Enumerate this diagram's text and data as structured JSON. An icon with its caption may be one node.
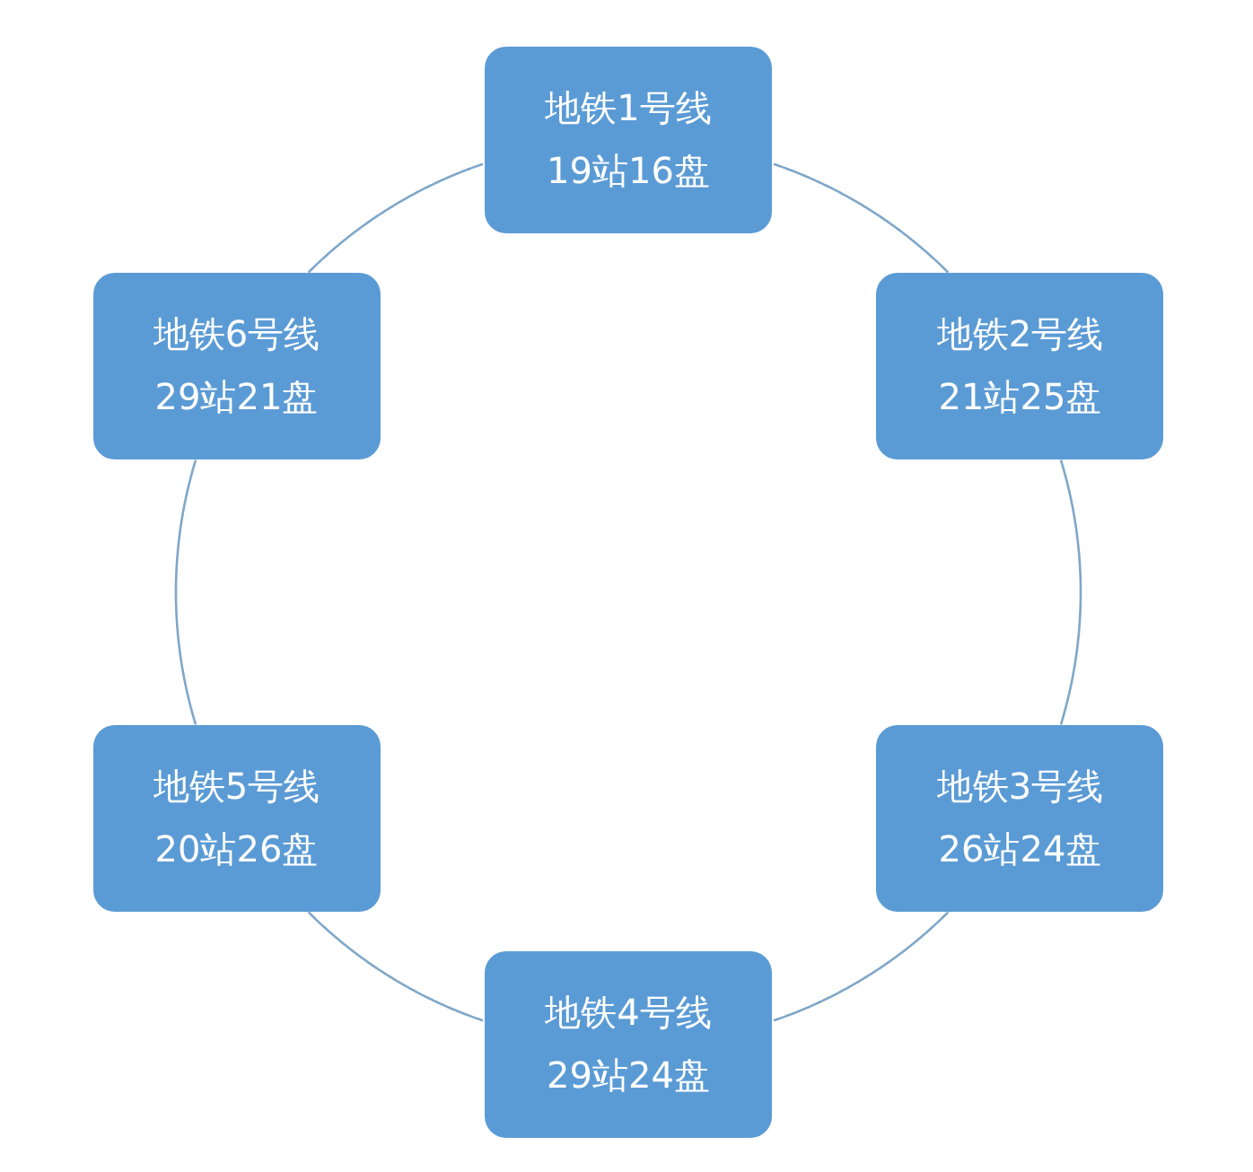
{
  "diagram": {
    "nodes": [
      {
        "text": [
          "地铁1号线",
          "19站16盘"
        ]
      },
      {
        "text": [
          "地铁2号线",
          "21站25盘"
        ]
      },
      {
        "text": [
          "地铁3号线",
          "26站24盘"
        ]
      },
      {
        "text": [
          "地铁4号线",
          "29站24盘"
        ]
      },
      {
        "text": [
          "地铁5号线",
          "20站26盘"
        ]
      },
      {
        "text": [
          "地铁6号线",
          "29站21盘"
        ]
      }
    ],
    "edges": [
      {
        "from": 0,
        "to": 1,
        "arrow": "none"
      },
      {
        "from": 1,
        "to": 2,
        "arrow": "none"
      },
      {
        "from": 2,
        "to": 3,
        "arrow": "none"
      },
      {
        "from": 3,
        "to": 4,
        "arrow": "none"
      },
      {
        "from": 4,
        "to": 5,
        "arrow": "none"
      },
      {
        "from": 5,
        "to": 0,
        "arrow": "none"
      }
    ]
  }
}
